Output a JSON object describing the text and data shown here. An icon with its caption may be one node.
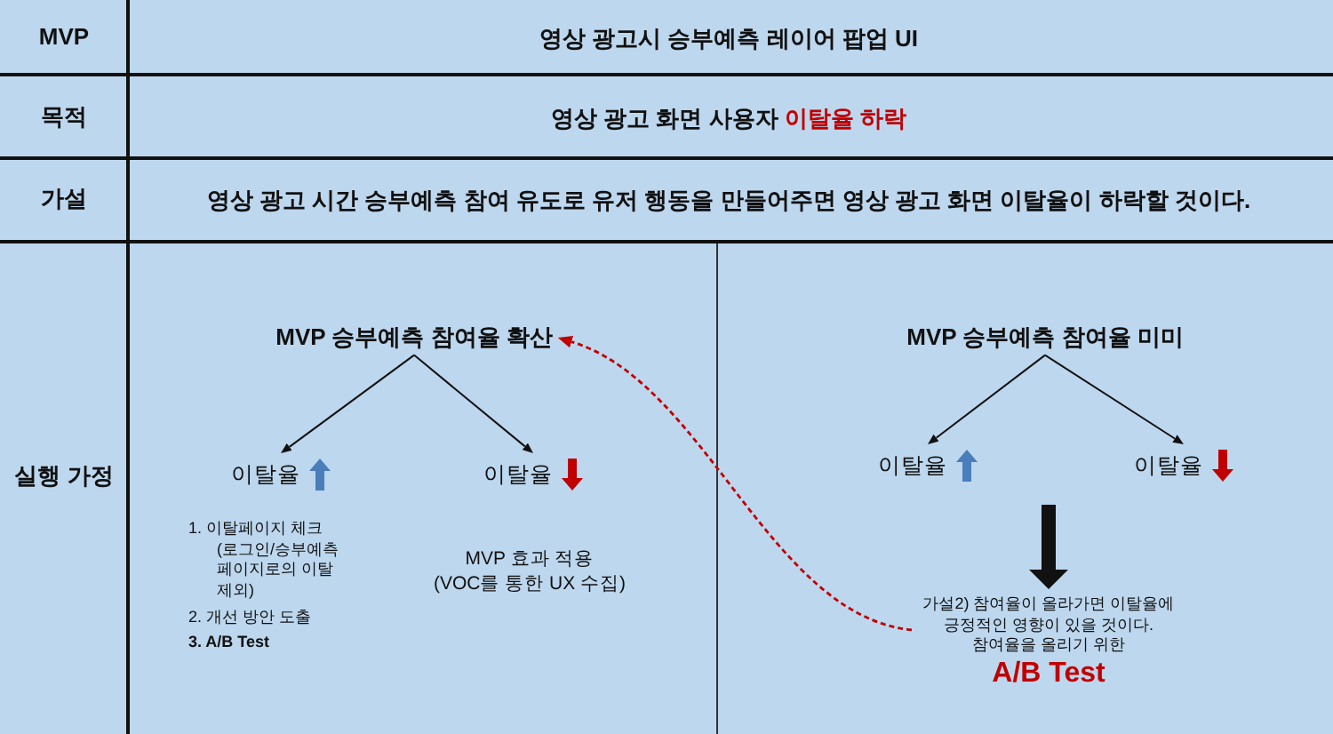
{
  "diagram": {
    "nodes": [
      {
        "text": [
          "MVP 승부예측 참여율 확산"
        ]
      },
      {
        "text": [
          "이탈율"
        ],
        "beside": [
          "1. 이탈페이지 체크 (로그인/승부예측 페이지로의 이탈 제외)",
          "2. 개선 방안 도출",
          "3. A/B Test"
        ]
      },
      {
        "text": [
          "이탈율"
        ],
        "beside": [
          "MVP 효과 적용 (VOC를 통한 UX 수집)"
        ]
      },
      {
        "text": [
          "MVP 승부예측 참여율 미미"
        ]
      },
      {
        "text": [
          "이탈율"
        ]
      },
      {
        "text": [
          "이탈율"
        ]
      },
      {
        "text": [
          "가설2) 참여율이 올라가면 이탈율에 긍정적인 영향이 있을 것이다. 참여율을 올리기 위한",
          "A/B Test"
        ]
      }
    ],
    "edges": [
      {
        "from": 0,
        "to": 1,
        "arrow": "to"
      },
      {
        "from": 0,
        "to": 2,
        "arrow": "to"
      },
      {
        "from": 3,
        "to": 4,
        "arrow": "to"
      },
      {
        "from": 3,
        "to": 5,
        "arrow": "to"
      },
      {
        "from": null,
        "to": 6,
        "arrow": "to",
        "style": "thick"
      },
      {
        "from": 6,
        "to": 0,
        "arrow": "to",
        "style": "dashed",
        "color": "#c00000"
      }
    ],
    "labels": [
      "MVP",
      "영상 광고시 승부예측 레이어 팝업 UI",
      "목적",
      "영상 광고 화면 사용자 **이탈율 하락**",
      "가설",
      "영상 광고 시간 승부예측 참여 유도로 유저 행동을 만들어주면 영상 광고 화면 이탈율이 하락할 것이다.",
      "실행 가정"
    ]
  }
}
